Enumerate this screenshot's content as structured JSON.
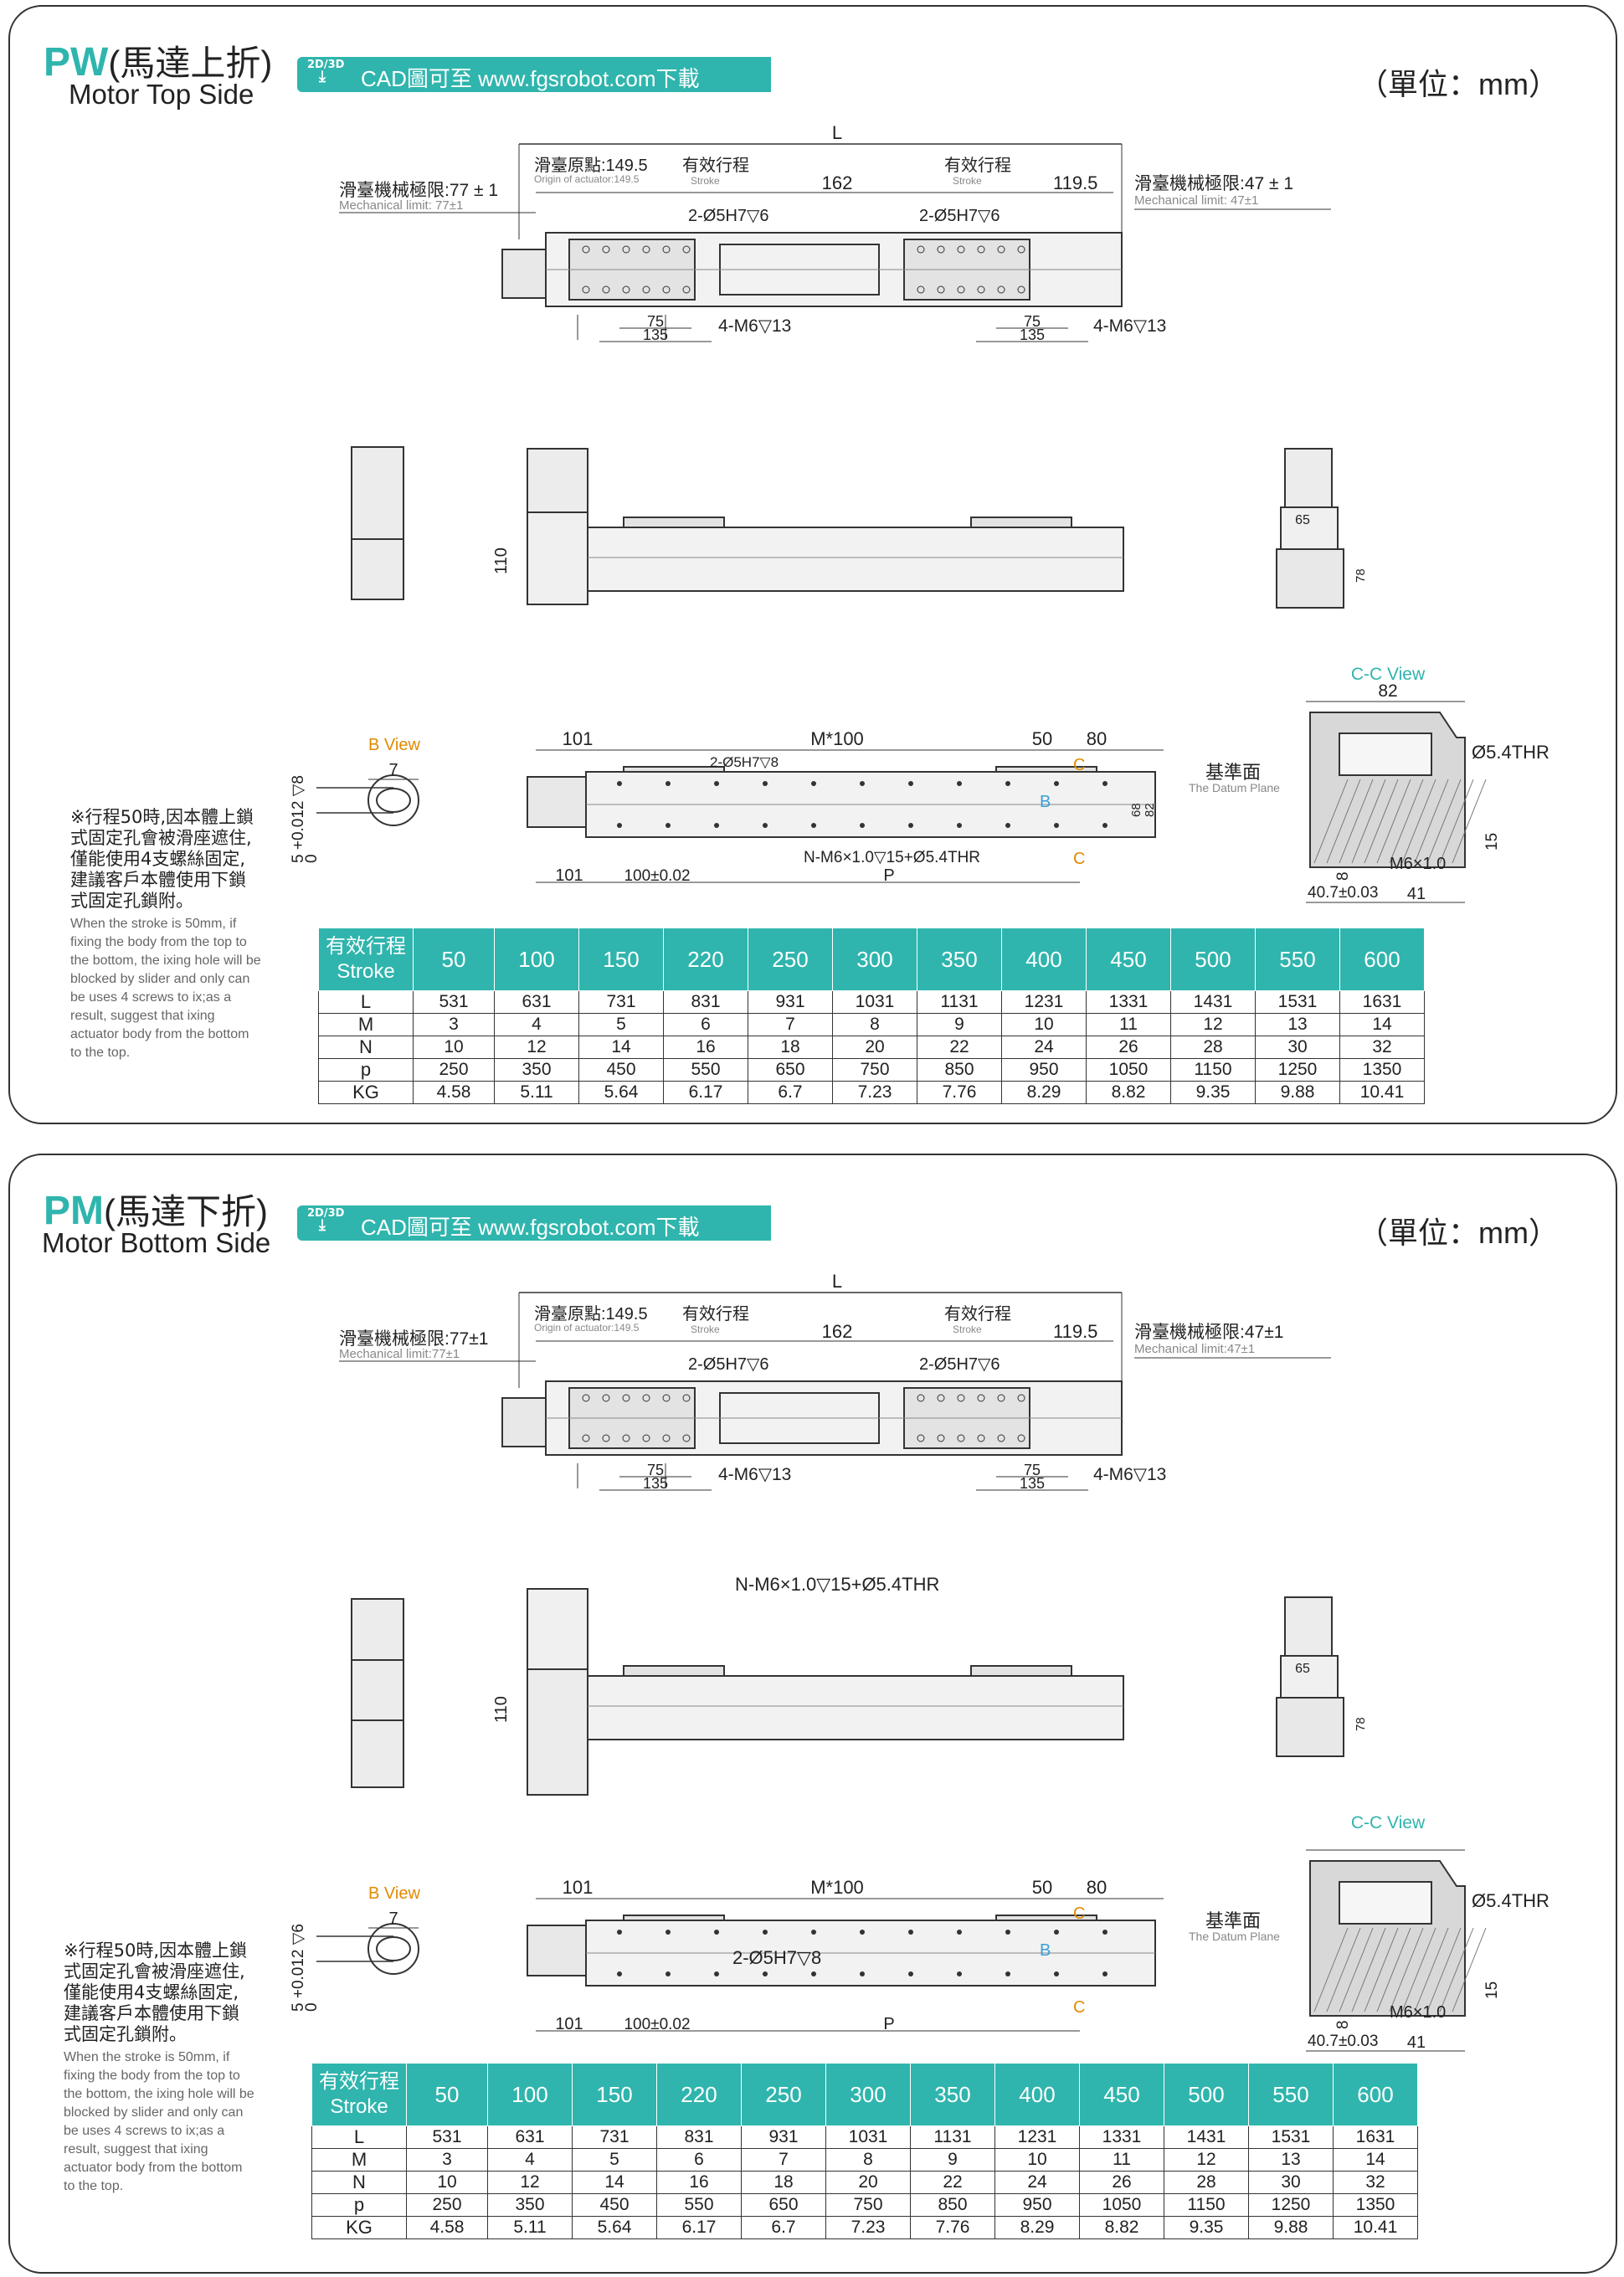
{
  "unit_label": "（單位：mm）",
  "banner_icon": "2D/3D",
  "banner_text": "CAD圖可至 www.fgsrobot.com下載",
  "sections": [
    {
      "code": "PW",
      "cn_title": "(馬達上折)",
      "en_title": "Motor Top Side",
      "labels": {
        "l": "L",
        "origin": "滑臺原點:149.5",
        "origin_en": "Origin of actuator:149.5",
        "stroke_cn": "有效行程",
        "stroke_en": "Stroke",
        "d162": "162",
        "d1195": "119.5",
        "mech_left": "滑臺機械極限:77 ± 1",
        "mech_left_en": "Mechanical limit: 77±1",
        "mech_right": "滑臺機械極限:47 ± 1",
        "mech_right_en": "Mechanical limit: 47±1",
        "pin": "2-Ø5H7▽6",
        "d75": "75",
        "d135": "135",
        "m6": "4-M6▽13",
        "d110": "110",
        "d65": "65",
        "d78": "78",
        "bview": "B View",
        "d7": "7",
        "tol": "5 +0.012 ▽8",
        "tol_zero": "0",
        "d101": "101",
        "m100": "M*100",
        "d50": "50",
        "d80": "80",
        "pin_side": "2-Ø5H7▽8",
        "c": "C",
        "b": "B",
        "d68": "68",
        "d82": "82",
        "nm6": "N-M6×1.0▽15+Ø5.4THR",
        "d100": "100±0.02",
        "p": "P",
        "ccview": "C-C View",
        "datum_cn": "基準面",
        "datum_en": "The Datum Plane",
        "thr": "Ø5.4THR",
        "d15": "15",
        "d8": "8",
        "m610": "M6×1.0",
        "d407": "40.7±0.03",
        "d41": "41"
      },
      "note_cn": "※行程50時,因本體上鎖式固定孔會被滑座遮住,僅能使用4支螺絲固定,建議客戶本體使用下鎖式固定孔鎖附。",
      "note_en": "When the stroke is 50mm, if fixing the body from the top to the bottom, the ixing hole will be blocked by slider and only can be uses 4 screws to ix;as a result, suggest that ixing actuator body from the bottom to the top.",
      "table": {
        "header_cn": "有效行程",
        "header_en": "Stroke",
        "strokes": [
          "50",
          "100",
          "150",
          "220",
          "250",
          "300",
          "350",
          "400",
          "450",
          "500",
          "550",
          "600"
        ],
        "rows": [
          {
            "label": "L",
            "values": [
              "531",
              "631",
              "731",
              "831",
              "931",
              "1031",
              "1131",
              "1231",
              "1331",
              "1431",
              "1531",
              "1631"
            ]
          },
          {
            "label": "M",
            "values": [
              "3",
              "4",
              "5",
              "6",
              "7",
              "8",
              "9",
              "10",
              "11",
              "12",
              "13",
              "14"
            ]
          },
          {
            "label": "N",
            "values": [
              "10",
              "12",
              "14",
              "16",
              "18",
              "20",
              "22",
              "24",
              "26",
              "28",
              "30",
              "32"
            ]
          },
          {
            "label": "p",
            "values": [
              "250",
              "350",
              "450",
              "550",
              "650",
              "750",
              "850",
              "950",
              "1050",
              "1150",
              "1250",
              "1350"
            ]
          },
          {
            "label": "KG",
            "values": [
              "4.58",
              "5.11",
              "5.64",
              "6.17",
              "6.7",
              "7.23",
              "7.76",
              "8.29",
              "8.82",
              "9.35",
              "9.88",
              "10.41"
            ]
          }
        ]
      }
    },
    {
      "code": "PM",
      "cn_title": "(馬達下折)",
      "en_title": "Motor Bottom Side",
      "labels": {
        "l": "L",
        "origin": "滑臺原點:149.5",
        "origin_en": "Origin of actuator:149.5",
        "stroke_cn": "有效行程",
        "stroke_en": "Stroke",
        "d162": "162",
        "d1195": "119.5",
        "mech_left": "滑臺機械極限:77±1",
        "mech_left_en": "Mechanical limit:77±1",
        "mech_right": "滑臺機械極限:47±1",
        "mech_right_en": "Mechanical limit:47±1",
        "pin": "2-Ø5H7▽6",
        "d75": "75",
        "d135": "135",
        "m6": "4-M6▽13",
        "d110": "110",
        "d65": "65",
        "d78": "78",
        "bview": "B View",
        "d7": "7",
        "tol": "5 +0.012 ▽6",
        "tol_zero": "0",
        "d101": "101",
        "m100": "M*100",
        "d50": "50",
        "d80": "80",
        "pin_side": "2-Ø5H7▽8",
        "c": "C",
        "b": "B",
        "d68": "",
        "d82": "",
        "nm6": "N-M6×1.0▽15+Ø5.4THR",
        "d100": "100±0.02",
        "p": "P",
        "ccview": "C-C View",
        "datum_cn": "基準面",
        "datum_en": "The Datum Plane",
        "thr": "Ø5.4THR",
        "d15": "15",
        "d8": "8",
        "m610": "M6×1.0",
        "d407": "40.7±0.03",
        "d41": "41"
      },
      "note_cn": "※行程50時,因本體上鎖式固定孔會被滑座遮住,僅能使用4支螺絲固定,建議客戶本體使用下鎖式固定孔鎖附。",
      "note_en": "When the stroke is 50mm, if fixing the body from the top to the bottom, the ixing hole will be blocked by slider and only can be uses 4 screws to ix;as a result, suggest that ixing actuator body from the bottom to the top.",
      "table": {
        "header_cn": "有效行程",
        "header_en": "Stroke",
        "strokes": [
          "50",
          "100",
          "150",
          "220",
          "250",
          "300",
          "350",
          "400",
          "450",
          "500",
          "550",
          "600"
        ],
        "rows": [
          {
            "label": "L",
            "values": [
              "531",
              "631",
              "731",
              "831",
              "931",
              "1031",
              "1131",
              "1231",
              "1331",
              "1431",
              "1531",
              "1631"
            ]
          },
          {
            "label": "M",
            "values": [
              "3",
              "4",
              "5",
              "6",
              "7",
              "8",
              "9",
              "10",
              "11",
              "12",
              "13",
              "14"
            ]
          },
          {
            "label": "N",
            "values": [
              "10",
              "12",
              "14",
              "16",
              "18",
              "20",
              "22",
              "24",
              "26",
              "28",
              "30",
              "32"
            ]
          },
          {
            "label": "p",
            "values": [
              "250",
              "350",
              "450",
              "550",
              "650",
              "750",
              "850",
              "950",
              "1050",
              "1150",
              "1250",
              "1350"
            ]
          },
          {
            "label": "KG",
            "values": [
              "4.58",
              "5.11",
              "5.64",
              "6.17",
              "6.7",
              "7.23",
              "7.76",
              "8.29",
              "8.82",
              "9.35",
              "9.88",
              "10.41"
            ]
          }
        ]
      }
    }
  ]
}
